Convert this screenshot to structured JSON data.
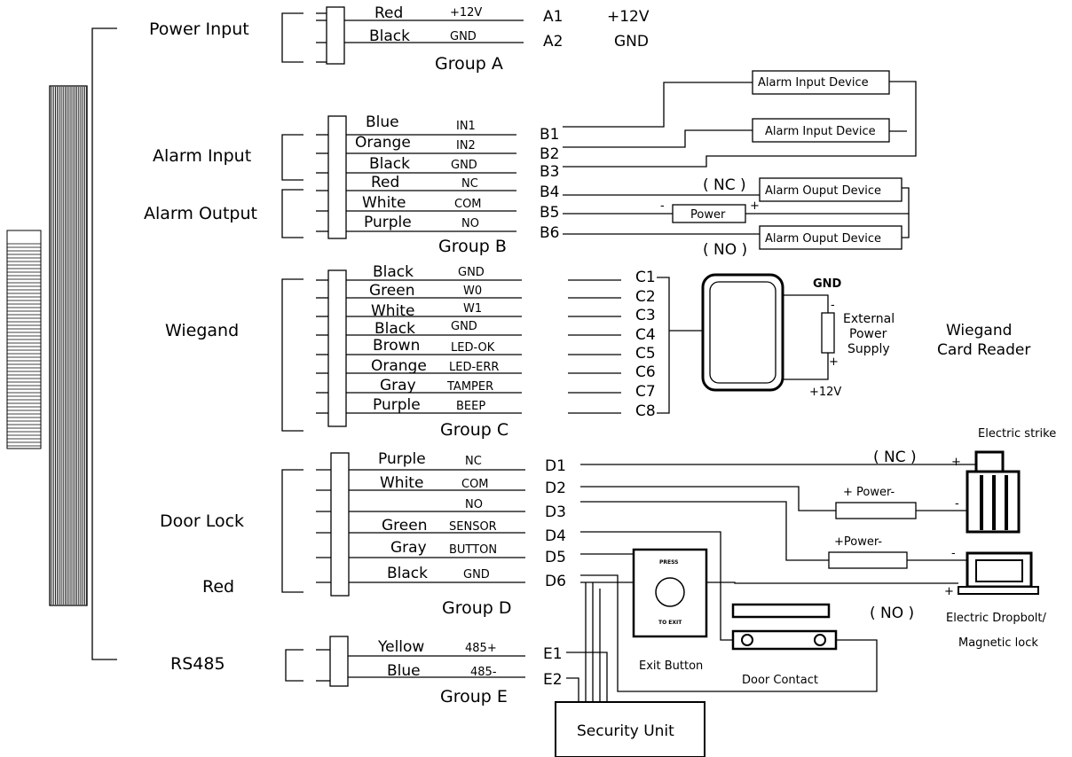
{
  "groups": {
    "power_input": "Power Input",
    "alarm_input": "Alarm Input",
    "alarm_output": "Alarm Output",
    "wiegand": "Wiegand",
    "door_lock": "Door Lock",
    "red_label": "Red",
    "rs485": "RS485",
    "group_a": "Group A",
    "group_b": "Group B",
    "group_c": "Group C",
    "group_d": "Group D",
    "group_e": "Group E"
  },
  "group_a": {
    "wires": [
      {
        "color": "Red",
        "signal": "+12V",
        "terminal": "A1",
        "func": "+12V"
      },
      {
        "color": "Black",
        "signal": "GND",
        "terminal": "A2",
        "func": "GND"
      }
    ]
  },
  "group_b": {
    "wires": [
      {
        "color": "Blue",
        "signal": "IN1",
        "terminal": "B1"
      },
      {
        "color": "Orange",
        "signal": "IN2",
        "terminal": "B2"
      },
      {
        "color": "Black",
        "signal": "GND",
        "terminal": "B3"
      },
      {
        "color": "Red",
        "signal": "NC",
        "terminal": "B4"
      },
      {
        "color": "White",
        "signal": "COM",
        "terminal": "B5"
      },
      {
        "color": "Purple",
        "signal": "NO",
        "terminal": "B6"
      }
    ],
    "devices": {
      "alarm_input_1": "Alarm Input Device",
      "alarm_input_2": "Alarm Input Device",
      "alarm_output_1": "Alarm Ouput Device",
      "alarm_output_2": "Alarm Ouput Device",
      "power": "Power",
      "nc": "( NC )",
      "no": "( NO )",
      "minus": "-",
      "plus": "+"
    }
  },
  "group_c": {
    "wires": [
      {
        "color": "Black",
        "signal": "GND",
        "terminal": "C1"
      },
      {
        "color": "Green",
        "signal": "W0",
        "terminal": "C2"
      },
      {
        "color": "White",
        "signal": "W1",
        "terminal": "C3"
      },
      {
        "color": "Black",
        "signal": "GND",
        "terminal": "C4"
      },
      {
        "color": "Brown",
        "signal": "LED-OK",
        "terminal": "C5"
      },
      {
        "color": "Orange",
        "signal": "LED-ERR",
        "terminal": "C6"
      },
      {
        "color": "Gray",
        "signal": "TAMPER",
        "terminal": "C7"
      },
      {
        "color": "Purple",
        "signal": "BEEP",
        "terminal": "C8"
      }
    ],
    "reader": {
      "gnd": "GND",
      "v12": "+12V",
      "minus": "-",
      "plus": "+",
      "ext_supply": [
        "External",
        "Power",
        "Supply"
      ],
      "reader_label": [
        "Wiegand",
        "Card Reader"
      ]
    }
  },
  "group_d": {
    "wires": [
      {
        "color": "Purple",
        "signal": "NC",
        "terminal": "D1"
      },
      {
        "color": "White",
        "signal": "COM",
        "terminal": "D2"
      },
      {
        "color": "",
        "signal": "NO",
        "terminal": "D3"
      },
      {
        "color": "Green",
        "signal": "SENSOR",
        "terminal": "D4"
      },
      {
        "color": "Gray",
        "signal": "BUTTON",
        "terminal": "D5"
      },
      {
        "color": "Black",
        "signal": "GND",
        "terminal": "D6"
      }
    ],
    "devices": {
      "electric_strike": "Electric strike",
      "nc": "( NC )",
      "no": "( NO )",
      "power1": "+ Power-",
      "power2": "+Power-",
      "dropbolt": "Electric Dropbolt/",
      "magnetic": "Magnetic lock",
      "press": "PRESS",
      "to_exit": "TO EXIT",
      "exit_button": "Exit Button",
      "door_contact": "Door Contact",
      "plus": "+",
      "minus": "-"
    }
  },
  "group_e": {
    "wires": [
      {
        "color": "Yellow",
        "signal": "485+",
        "terminal": "E1"
      },
      {
        "color": "Blue",
        "signal": "485-",
        "terminal": "E2"
      }
    ],
    "security_unit": "Security Unit"
  }
}
